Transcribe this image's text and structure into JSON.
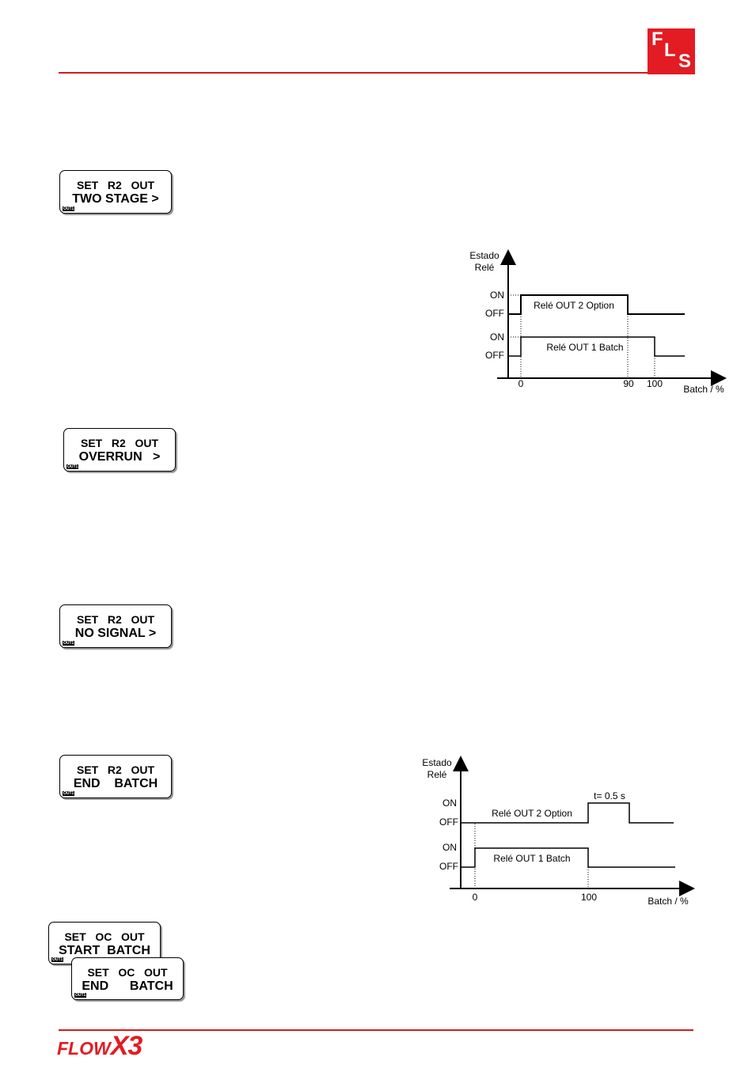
{
  "header": {
    "logo_letters": [
      "F",
      "L",
      "S"
    ],
    "accent_color": "#e31b23"
  },
  "footer": {
    "logo_text_flow": "FLOW",
    "logo_text_x3": "X3"
  },
  "displays": [
    {
      "line1": "SET   R2   OUT",
      "line2": "TWO STAGE >",
      "tag": "OUT1"
    },
    {
      "line1": "SET   R2   OUT",
      "line2": "OVERRUN   >",
      "tag": "OUT1"
    },
    {
      "line1": "SET   R2   OUT",
      "line2": "NO SIGNAL >",
      "tag": "OUT1"
    },
    {
      "line1": "SET   R2   OUT",
      "line2": "END    BATCH",
      "tag": "OUT1"
    },
    {
      "line1": "SET   OC   OUT",
      "line2": "START  BATCH",
      "tag": "OUT1"
    },
    {
      "line1": "SET   OC   OUT",
      "line2": "END      BATCH",
      "tag": "OUT1"
    }
  ],
  "diagrams": [
    {
      "y_label_1": "Estado",
      "y_label_2": "Relé",
      "x_label": "Batch / %",
      "top_on": "ON",
      "top_off": "OFF",
      "bottom_on": "ON",
      "bottom_off": "OFF",
      "top_series": "Relé OUT 2 Option",
      "bottom_series": "Relé OUT 1 Batch",
      "ticks": [
        "0",
        "90",
        "100"
      ]
    },
    {
      "y_label_1": "Estado",
      "y_label_2": "Relé",
      "x_label": "Batch / %",
      "top_on": "ON",
      "top_off": "OFF",
      "bottom_on": "ON",
      "bottom_off": "OFF",
      "top_series": "Relé OUT 2 Option",
      "bottom_series": "Relé OUT 1 Batch",
      "pulse_label": "t= 0.5 s",
      "ticks": [
        "0",
        "100"
      ]
    }
  ]
}
